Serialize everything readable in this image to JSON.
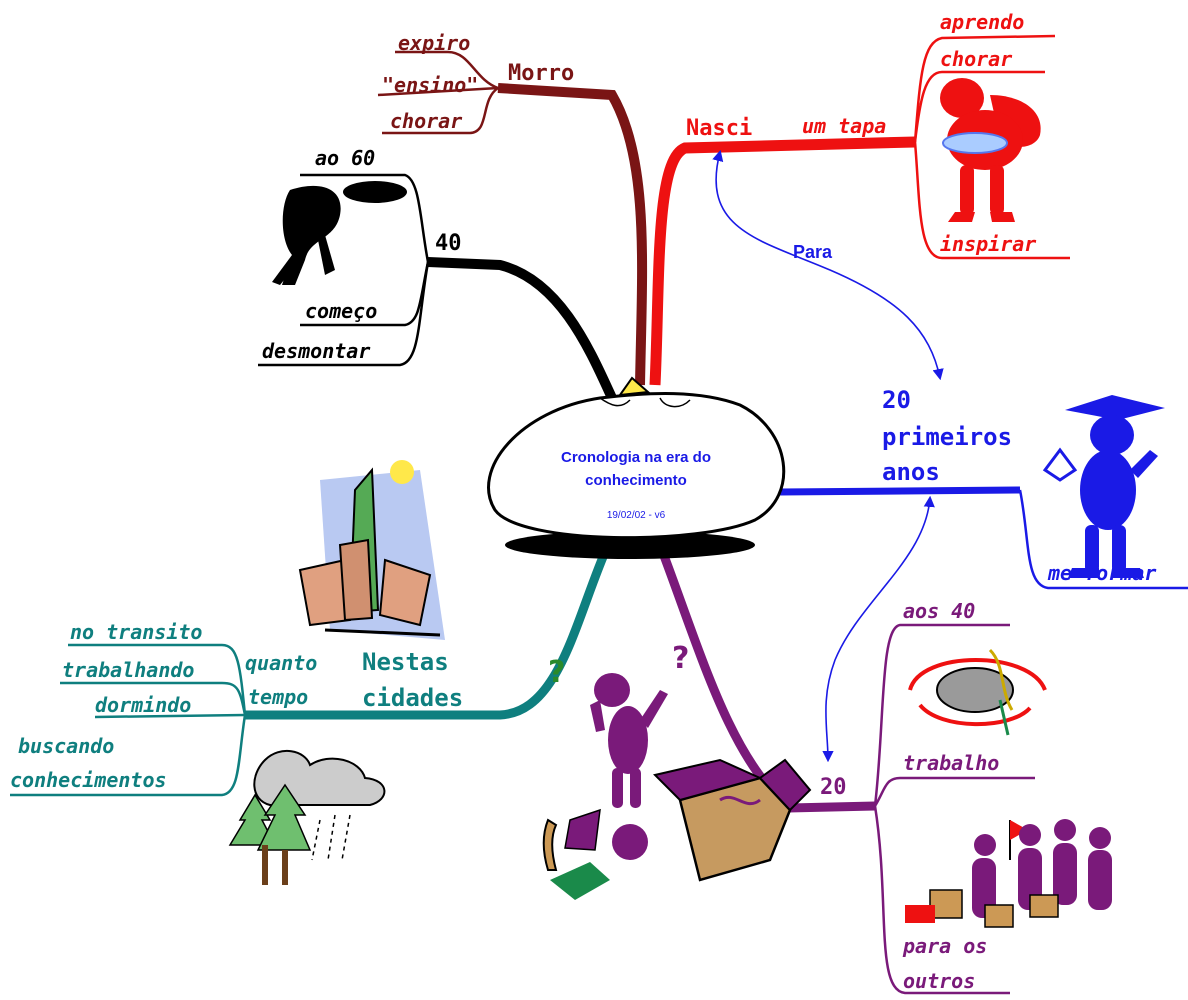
{
  "center": {
    "title_line1": "Cronologia na era do",
    "title_line2": "conhecimento",
    "version": "19/02/02 - v6"
  },
  "colors": {
    "red": "#ee1111",
    "darkred": "#7a1515",
    "black": "#000000",
    "blue": "#1a1ae6",
    "teal": "#0f7f7f",
    "purple": "#7a1a7a"
  },
  "branches": {
    "morro": {
      "label": "Morro",
      "items": [
        "expiro",
        "\"ensino\"",
        "chorar"
      ]
    },
    "nasci": {
      "label": "Nasci",
      "sub": "um tapa",
      "items": [
        "aprendo",
        "chorar",
        "inspirar"
      ]
    },
    "quarenta": {
      "label": "40",
      "items": [
        "ao 60",
        "começo",
        "desmontar"
      ]
    },
    "primeiros": {
      "line1": "20",
      "line2": "primeiros",
      "line3": "anos",
      "items": [
        "me formar"
      ]
    },
    "cidades": {
      "line1": "Nestas",
      "line2": "cidades",
      "sub1": "quanto",
      "sub2": "tempo",
      "items": [
        "no transito",
        "trabalhando",
        "dormindo",
        "buscando",
        "conhecimentos"
      ]
    },
    "vinte": {
      "label": "20",
      "items": [
        "aos 40",
        "trabalho",
        "para os",
        "outros"
      ]
    }
  },
  "connector": {
    "label": "Para"
  },
  "icons": [
    "grieving-figure-icon",
    "crying-baby-figure-icon",
    "graduate-figure-icon",
    "city-buildings-icon",
    "storm-trees-icon",
    "confused-figure-icon",
    "open-box-icon",
    "tornado-icon",
    "crowd-flag-icon"
  ]
}
